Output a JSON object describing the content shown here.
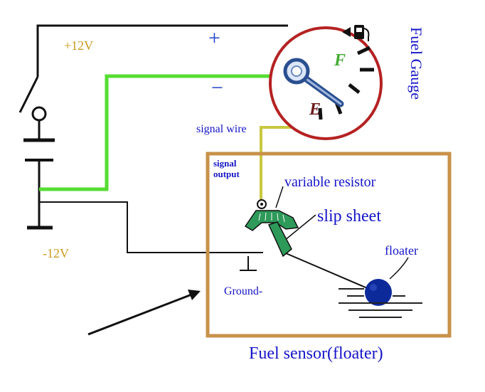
{
  "labels": {
    "v_plus": "+12V",
    "v_minus": "-12V",
    "plus_sign": "+",
    "minus_sign": "−",
    "gauge_title": "Fuel Gauge",
    "gauge_full": "F",
    "gauge_empty": "E",
    "signal_wire": "signal wire",
    "signal_output_1": "signal",
    "signal_output_2": "output",
    "variable_resistor": "variable resistor",
    "slip_sheet": "slip sheet",
    "floater": "floater",
    "ground": "Ground-",
    "sensor_caption": "Fuel sensor(floater)"
  },
  "icons": [
    "fuel-pump-icon",
    "gauge-needle-icon",
    "battery-symbol",
    "switch-symbol",
    "ground-symbol",
    "float-ball-icon",
    "pointer-arrow-icon"
  ],
  "colors": {
    "wire_black": "#111111",
    "wire_green": "#55dd33",
    "wire_signal": "#c8c840",
    "gauge_ring": "#b52222",
    "sensor_box": "#c8924a",
    "label_blue": "#1515c8",
    "needle_blue": "#2a4f90",
    "float_blue": "#0d2a9a",
    "arm_green": "#2e9a5a",
    "full_green": "#44aa33",
    "empty_red": "#6a1a1a"
  }
}
